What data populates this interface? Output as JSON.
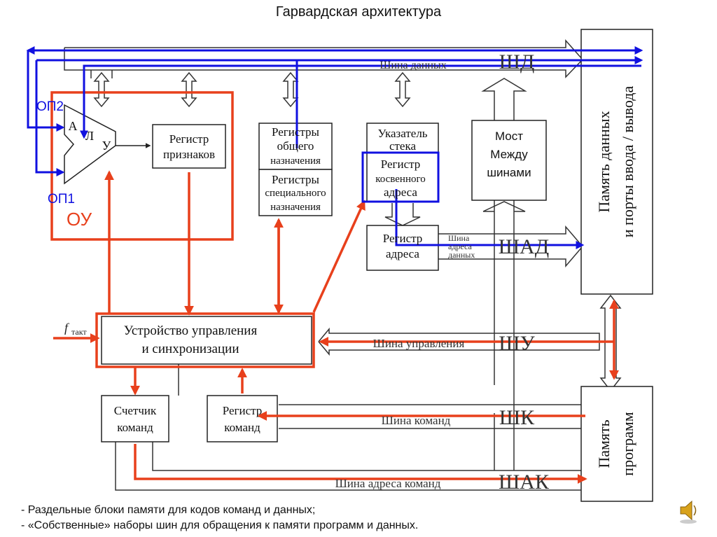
{
  "title": "Гарвардская архитектура",
  "blocks": {
    "alu_a": "А",
    "alu_l": "Л",
    "alu_u": "У",
    "flags_register": [
      "Регистр",
      "признаков"
    ],
    "general_registers": [
      "Регистры",
      "общего",
      "назначения"
    ],
    "special_registers": [
      "Регистры",
      "специального",
      "назначения"
    ],
    "stack_pointer": [
      "Указатель",
      "стека"
    ],
    "indirect_register": [
      "Регистр",
      "косвенного",
      "адреса"
    ],
    "address_register": [
      "Регистр",
      "адреса"
    ],
    "bridge": [
      "Мост",
      "Между",
      "шинами"
    ],
    "data_memory": [
      "Память данных",
      "и порты ввода / вывода"
    ],
    "program_memory": [
      "Память",
      "программ"
    ],
    "control_unit": [
      "Устройство управления",
      "и синхронизации"
    ],
    "program_counter": [
      "Счетчик",
      "команд"
    ],
    "command_register": [
      "Регистр",
      "команд"
    ]
  },
  "labels": {
    "op2": "ОП2",
    "op1": "ОП1",
    "ou": "ОУ",
    "f_clock": "f",
    "f_clock_sub": "такт"
  },
  "buses": {
    "data_bus_name": "Шина данных",
    "data_bus_abbr": "ШД",
    "addr_bus_name": [
      "Шина",
      "адреса",
      "данных"
    ],
    "addr_bus_abbr": "ШАД",
    "control_bus_name": "Шина управления",
    "control_bus_abbr": "ШУ",
    "command_bus_name": "Шина команд",
    "command_bus_abbr": "ШК",
    "command_addr_bus_name": "Шина адреса команд",
    "command_addr_bus_abbr": "ШАК"
  },
  "notes": [
    "- Раздельные блоки памяти для кодов команд и данных;",
    "- «Собственные» наборы шин для обращения к памяти программ и данных."
  ],
  "colors": {
    "red": "#e8401c",
    "blue": "#1010e0",
    "black": "#222222"
  }
}
